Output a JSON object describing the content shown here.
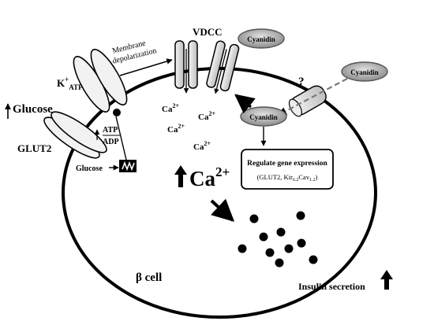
{
  "labels": {
    "glucose_up": "Glucose",
    "glut2": "GLUT2",
    "katp_k": "K",
    "katp_plus": "+",
    "katp_sub": "ATP",
    "membrane_line1": "Membrane",
    "membrane_line2": "depolarization",
    "vdcc": "VDCC",
    "cyanidin_top": "Cyanidin",
    "cyanidin_right": "Cyanidin",
    "cyanidin_inner": "Cyanidin",
    "question": "?",
    "ca_base": "Ca",
    "ca_charge": "2+",
    "ca_big_base": "Ca",
    "ca_big_charge": "2+",
    "atp": "ATP",
    "adp": "ADP",
    "glucose_inner": "Glucose",
    "regulate_title": "Regulate gene expression",
    "regulate_genes_a": "(GLUT2,  Kir",
    "regulate_genes_b": "6.2",
    "regulate_genes_c": "Cav",
    "regulate_genes_d": "1.2",
    "regulate_genes_e": ")",
    "beta_cell": "β cell",
    "insulin": "Insulin  secretion"
  },
  "colors": {
    "stroke": "#000000",
    "cyanidin_fill": "#bdbdbd",
    "cyanidin_fill_dark": "#8a8a8a",
    "channel_fill": "#d6d6d6",
    "dashed": "#7a7a7a"
  }
}
